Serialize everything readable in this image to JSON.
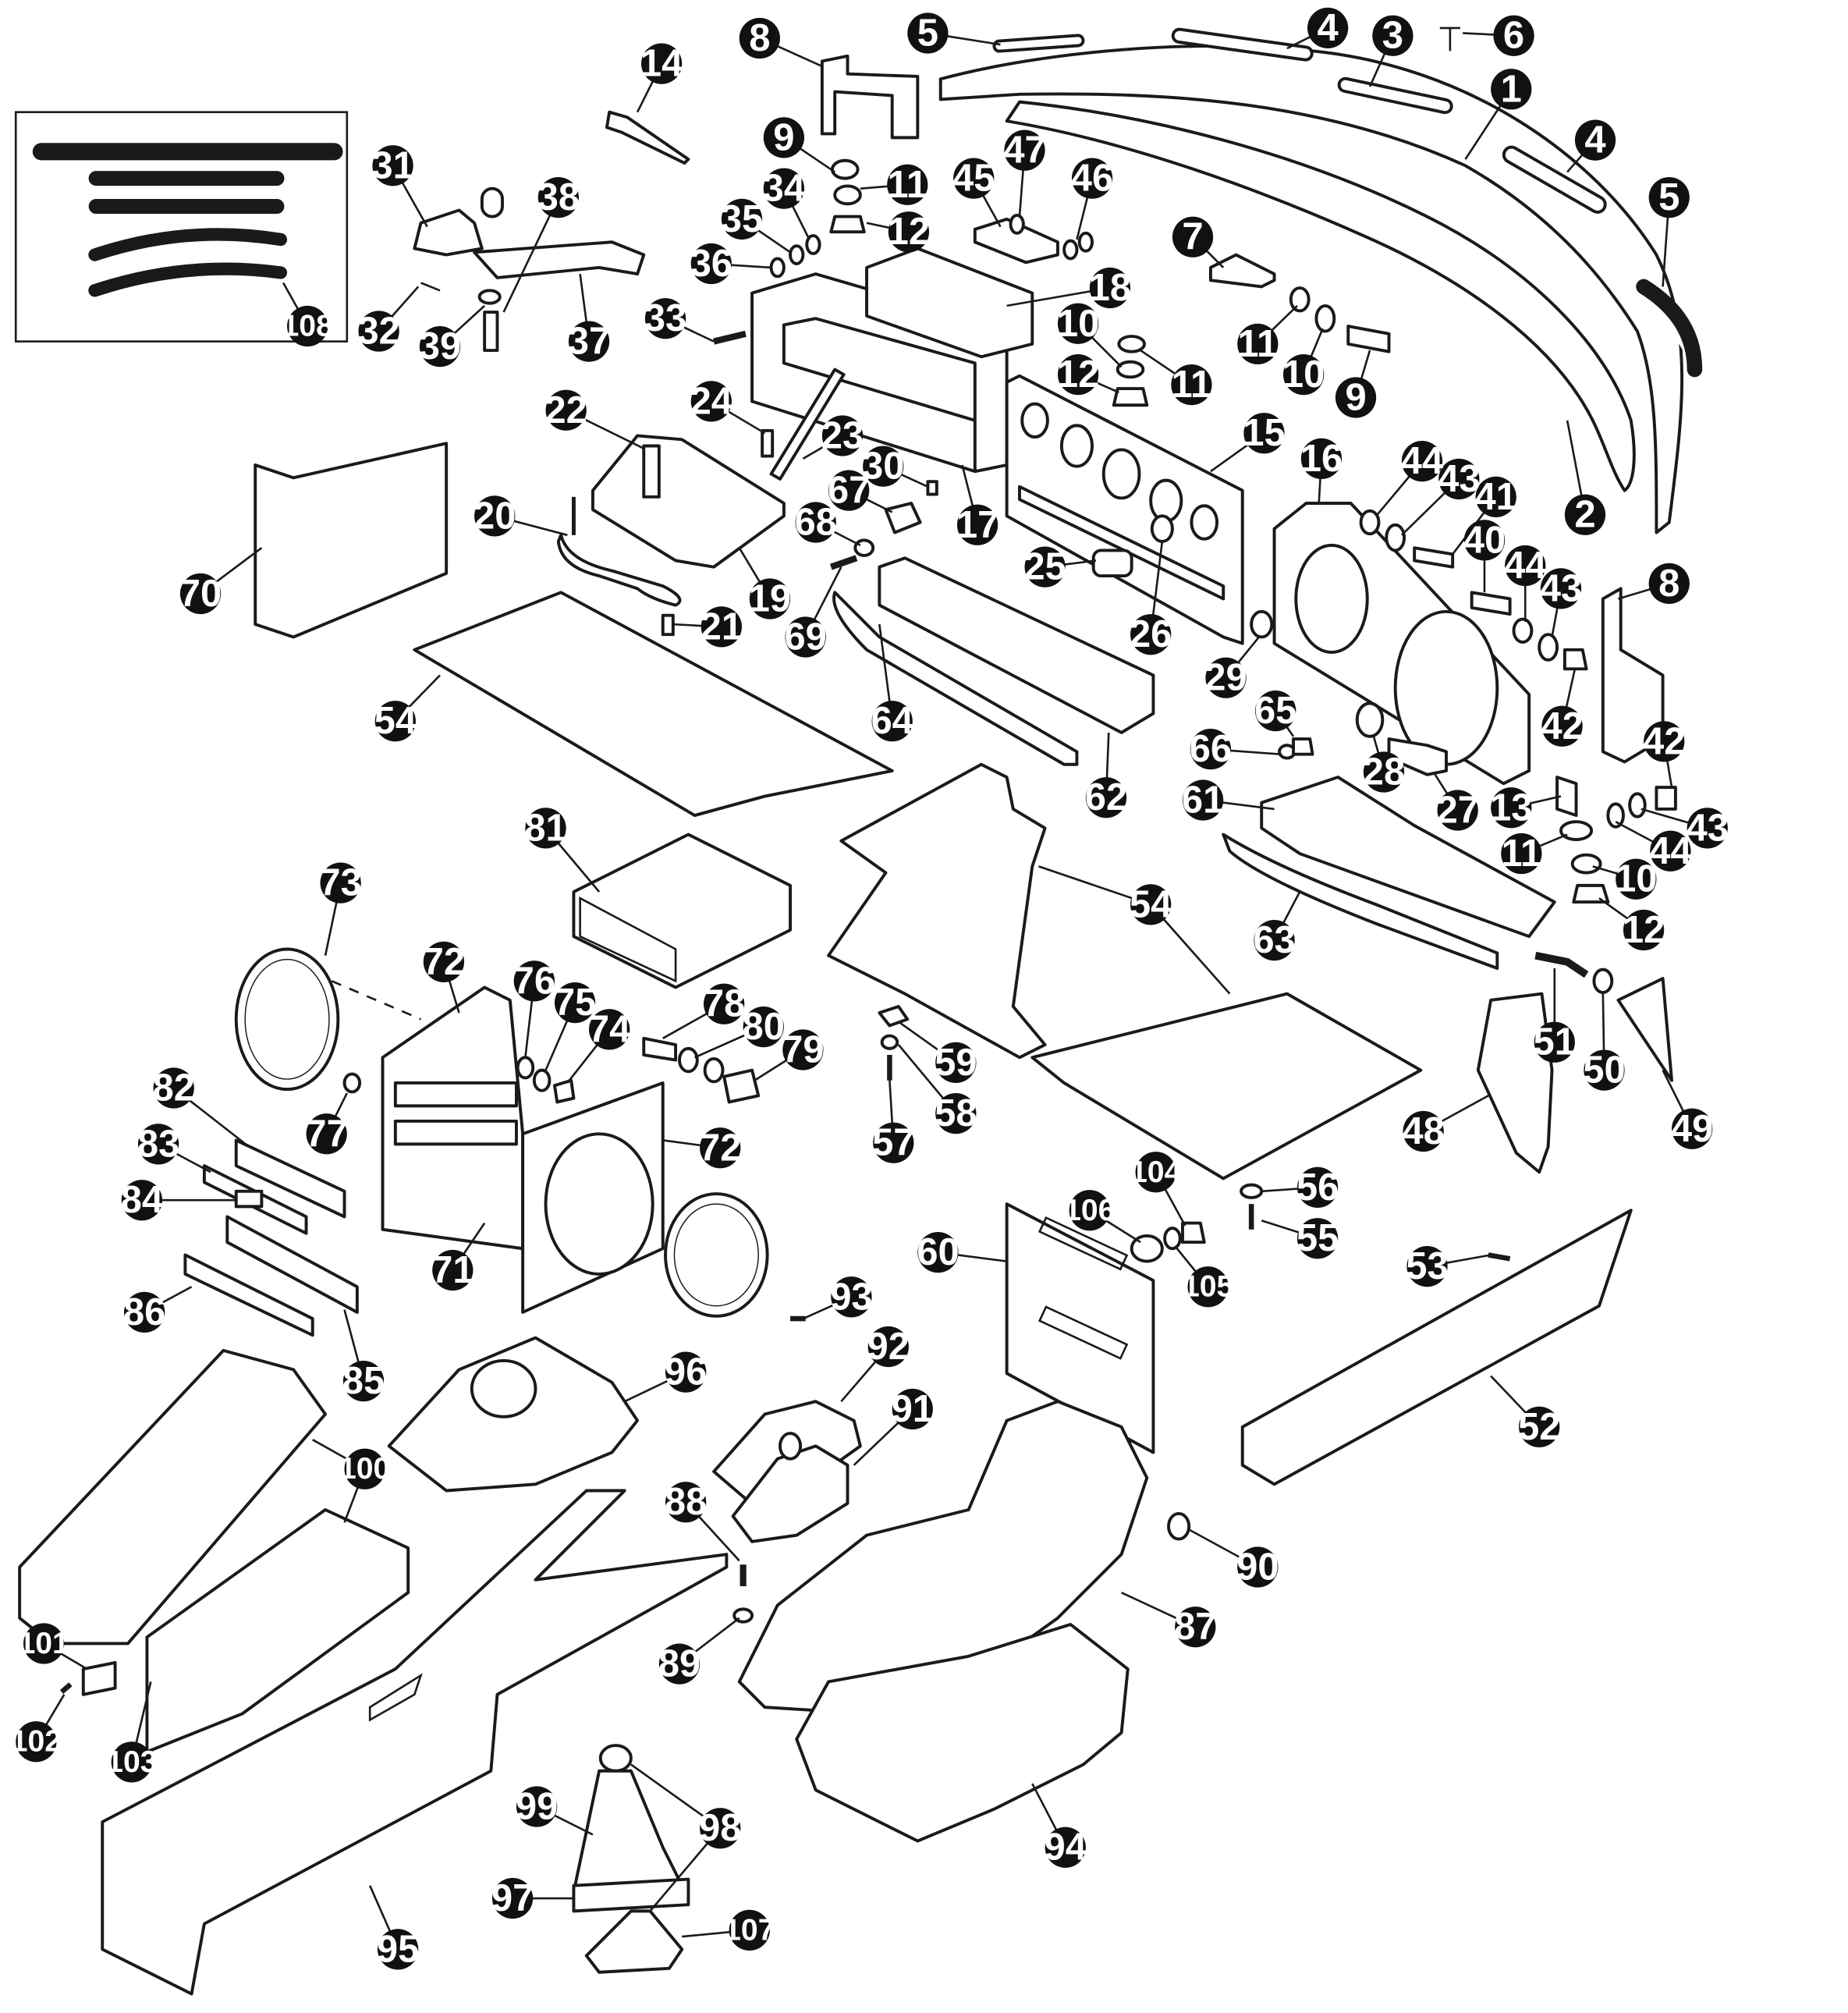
{
  "diagram": {
    "type": "exploded parts diagram",
    "callouts": [
      {
        "id": "c1",
        "label": "1"
      },
      {
        "id": "c2",
        "label": "2"
      },
      {
        "id": "c3",
        "label": "3"
      },
      {
        "id": "c4a",
        "label": "4"
      },
      {
        "id": "c4b",
        "label": "4"
      },
      {
        "id": "c5a",
        "label": "5"
      },
      {
        "id": "c5b",
        "label": "5"
      },
      {
        "id": "c6",
        "label": "6"
      },
      {
        "id": "c7",
        "label": "7"
      },
      {
        "id": "c8a",
        "label": "8"
      },
      {
        "id": "c8b",
        "label": "8"
      },
      {
        "id": "c9a",
        "label": "9"
      },
      {
        "id": "c9b",
        "label": "9"
      },
      {
        "id": "c10a",
        "label": "10"
      },
      {
        "id": "c10b",
        "label": "10"
      },
      {
        "id": "c10c",
        "label": "10"
      },
      {
        "id": "c11a",
        "label": "11"
      },
      {
        "id": "c11b",
        "label": "11"
      },
      {
        "id": "c11c",
        "label": "11"
      },
      {
        "id": "c11d",
        "label": "11"
      },
      {
        "id": "c12a",
        "label": "12"
      },
      {
        "id": "c12b",
        "label": "12"
      },
      {
        "id": "c12c",
        "label": "12"
      },
      {
        "id": "c13",
        "label": "13"
      },
      {
        "id": "c14",
        "label": "14"
      },
      {
        "id": "c15",
        "label": "15"
      },
      {
        "id": "c16",
        "label": "16"
      },
      {
        "id": "c17",
        "label": "17"
      },
      {
        "id": "c18",
        "label": "18"
      },
      {
        "id": "c19",
        "label": "19"
      },
      {
        "id": "c20",
        "label": "20"
      },
      {
        "id": "c21",
        "label": "21"
      },
      {
        "id": "c22",
        "label": "22"
      },
      {
        "id": "c23",
        "label": "23"
      },
      {
        "id": "c24",
        "label": "24"
      },
      {
        "id": "c25",
        "label": "25"
      },
      {
        "id": "c26",
        "label": "26"
      },
      {
        "id": "c27",
        "label": "27"
      },
      {
        "id": "c28",
        "label": "28"
      },
      {
        "id": "c29",
        "label": "29"
      },
      {
        "id": "c30",
        "label": "30"
      },
      {
        "id": "c31",
        "label": "31"
      },
      {
        "id": "c32",
        "label": "32"
      },
      {
        "id": "c33",
        "label": "33"
      },
      {
        "id": "c34",
        "label": "34"
      },
      {
        "id": "c35",
        "label": "35"
      },
      {
        "id": "c36",
        "label": "36"
      },
      {
        "id": "c37",
        "label": "37"
      },
      {
        "id": "c38",
        "label": "38"
      },
      {
        "id": "c39",
        "label": "39"
      },
      {
        "id": "c40",
        "label": "40"
      },
      {
        "id": "c41",
        "label": "41"
      },
      {
        "id": "c42a",
        "label": "42"
      },
      {
        "id": "c42b",
        "label": "42"
      },
      {
        "id": "c43a",
        "label": "43"
      },
      {
        "id": "c43b",
        "label": "43"
      },
      {
        "id": "c43c",
        "label": "43"
      },
      {
        "id": "c44a",
        "label": "44"
      },
      {
        "id": "c44b",
        "label": "44"
      },
      {
        "id": "c44c",
        "label": "44"
      },
      {
        "id": "c45",
        "label": "45"
      },
      {
        "id": "c46",
        "label": "46"
      },
      {
        "id": "c47",
        "label": "47"
      },
      {
        "id": "c48",
        "label": "48"
      },
      {
        "id": "c49",
        "label": "49"
      },
      {
        "id": "c50",
        "label": "50"
      },
      {
        "id": "c51",
        "label": "51"
      },
      {
        "id": "c52",
        "label": "52"
      },
      {
        "id": "c53",
        "label": "53"
      },
      {
        "id": "c54a",
        "label": "54"
      },
      {
        "id": "c54b",
        "label": "54"
      },
      {
        "id": "c55",
        "label": "55"
      },
      {
        "id": "c56",
        "label": "56"
      },
      {
        "id": "c57",
        "label": "57"
      },
      {
        "id": "c58",
        "label": "58"
      },
      {
        "id": "c59",
        "label": "59"
      },
      {
        "id": "c60",
        "label": "60"
      },
      {
        "id": "c61",
        "label": "61"
      },
      {
        "id": "c62",
        "label": "62"
      },
      {
        "id": "c63",
        "label": "63"
      },
      {
        "id": "c64",
        "label": "64"
      },
      {
        "id": "c65",
        "label": "65"
      },
      {
        "id": "c66",
        "label": "66"
      },
      {
        "id": "c67",
        "label": "67"
      },
      {
        "id": "c68",
        "label": "68"
      },
      {
        "id": "c69",
        "label": "69"
      },
      {
        "id": "c70",
        "label": "70"
      },
      {
        "id": "c71",
        "label": "71"
      },
      {
        "id": "c72a",
        "label": "72"
      },
      {
        "id": "c72b",
        "label": "72"
      },
      {
        "id": "c73",
        "label": "73"
      },
      {
        "id": "c74",
        "label": "74"
      },
      {
        "id": "c75",
        "label": "75"
      },
      {
        "id": "c76",
        "label": "76"
      },
      {
        "id": "c77",
        "label": "77"
      },
      {
        "id": "c78",
        "label": "78"
      },
      {
        "id": "c79",
        "label": "79"
      },
      {
        "id": "c80",
        "label": "80"
      },
      {
        "id": "c81",
        "label": "81"
      },
      {
        "id": "c82",
        "label": "82"
      },
      {
        "id": "c83",
        "label": "83"
      },
      {
        "id": "c84",
        "label": "84"
      },
      {
        "id": "c85",
        "label": "85"
      },
      {
        "id": "c86",
        "label": "86"
      },
      {
        "id": "c87",
        "label": "87"
      },
      {
        "id": "c88",
        "label": "88"
      },
      {
        "id": "c89",
        "label": "89"
      },
      {
        "id": "c90",
        "label": "90"
      },
      {
        "id": "c91",
        "label": "91"
      },
      {
        "id": "c92",
        "label": "92"
      },
      {
        "id": "c93",
        "label": "93"
      },
      {
        "id": "c94",
        "label": "94"
      },
      {
        "id": "c95",
        "label": "95"
      },
      {
        "id": "c96",
        "label": "96"
      },
      {
        "id": "c97",
        "label": "97"
      },
      {
        "id": "c98",
        "label": "98"
      },
      {
        "id": "c99",
        "label": "99"
      },
      {
        "id": "c100",
        "label": "100"
      },
      {
        "id": "c101",
        "label": "101"
      },
      {
        "id": "c102",
        "label": "102"
      },
      {
        "id": "c103",
        "label": "103"
      },
      {
        "id": "c104",
        "label": "104"
      },
      {
        "id": "c105",
        "label": "105"
      },
      {
        "id": "c106",
        "label": "106"
      },
      {
        "id": "c107",
        "label": "107"
      },
      {
        "id": "c108",
        "label": "108"
      }
    ]
  }
}
